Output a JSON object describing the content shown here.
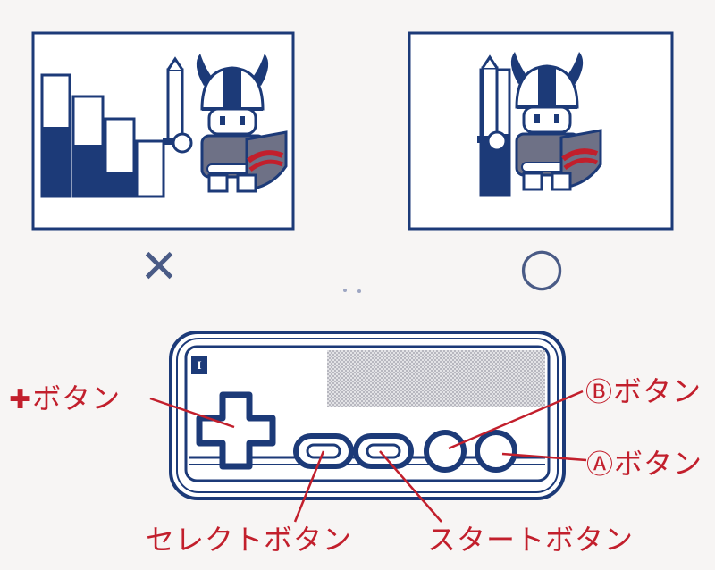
{
  "illustrations": {
    "wrong_mark": "✕",
    "right_mark": "○",
    "controller_number": "I"
  },
  "labels": {
    "dpad_mark": "✚",
    "dpad": "ボタン",
    "b_mark": "Ⓑ",
    "b": "ボタン",
    "a_mark": "Ⓐ",
    "a": "ボタン",
    "select": "セレクトボタン",
    "start": "スタートボタン"
  },
  "colors": {
    "label_red": "#c21f2c",
    "ink_navy": "#1c3a78",
    "screen_bg": "#ffffff",
    "page_bg": "#f7f5f4"
  }
}
